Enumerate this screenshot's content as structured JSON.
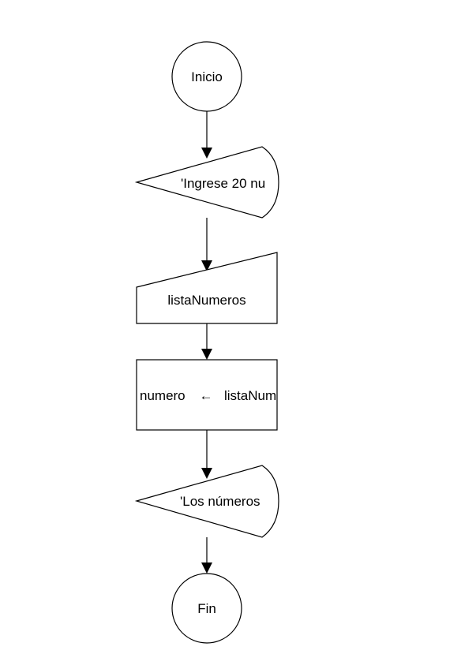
{
  "flowchart": {
    "start": {
      "label": "Inicio"
    },
    "output_prompt": {
      "label": "'Ingrese 20 nu"
    },
    "input_list": {
      "label": "listaNumeros"
    },
    "assign": {
      "target": "numero",
      "arrow": "←",
      "source": "listaNum"
    },
    "output_result": {
      "label": "'Los números"
    },
    "end": {
      "label": "Fin"
    }
  },
  "colors": {
    "stroke": "#000000",
    "fill": "#ffffff",
    "background": "#ffffff"
  }
}
